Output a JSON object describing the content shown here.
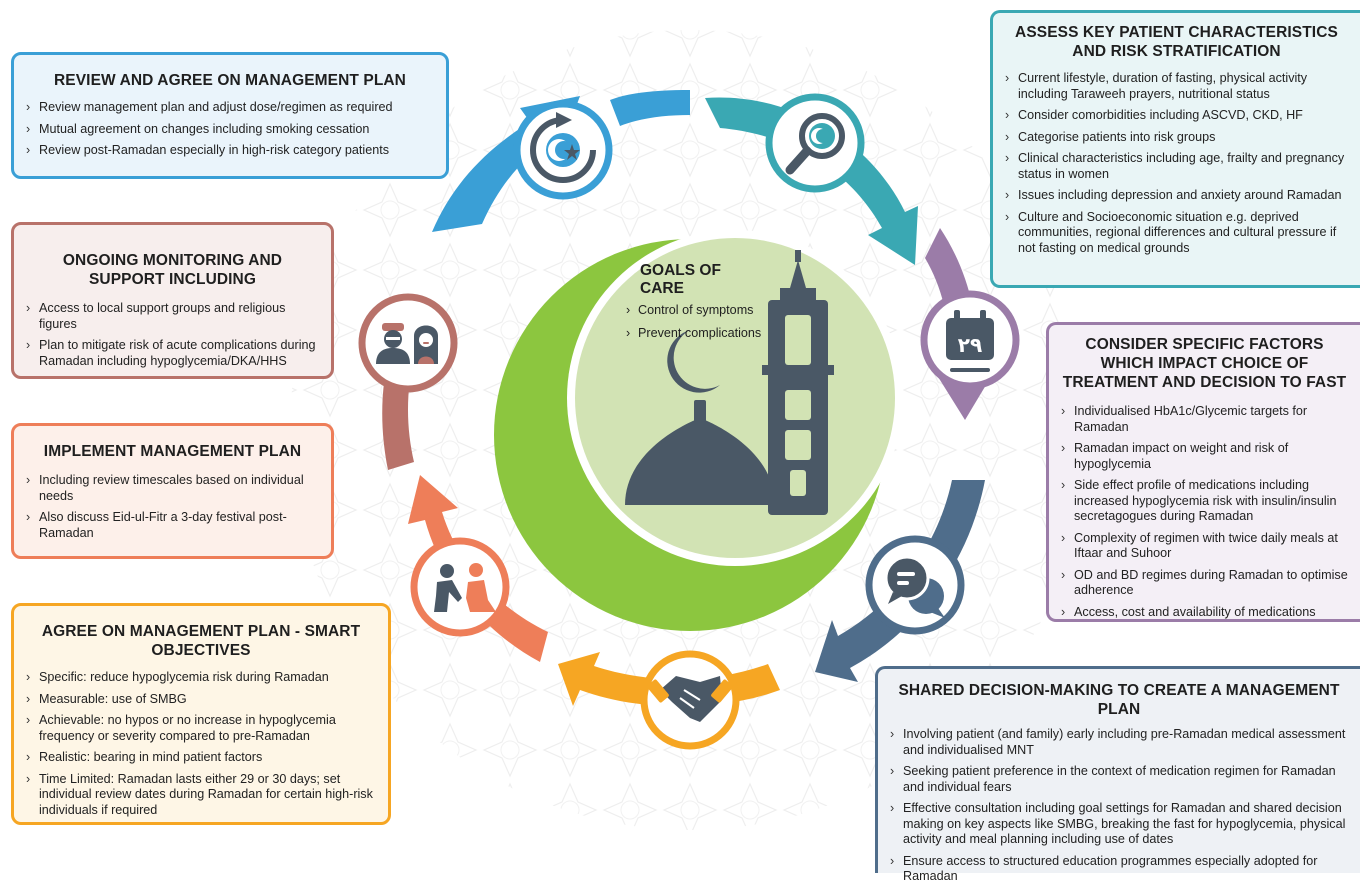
{
  "goals": {
    "title": "GOALS OF CARE",
    "items": [
      "Control of symptoms",
      "Prevent complications"
    ]
  },
  "review": {
    "title": "REVIEW AND AGREE ON MANAGEMENT PLAN",
    "items": [
      "Review management plan and adjust dose/regimen as required",
      "Mutual agreement on changes including smoking cessation",
      "Review post-Ramadan especially in high-risk category patients"
    ]
  },
  "assess": {
    "title": "ASSESS KEY PATIENT CHARACTERISTICS AND RISK STRATIFICATION",
    "items": [
      "Current lifestyle, duration of fasting, physical activity including Taraweeh prayers, nutritional status",
      "Consider comorbidities including ASCVD, CKD, HF",
      "Categorise patients into risk groups",
      "Clinical characteristics including age, frailty and pregnancy status in women",
      "Issues including depression and anxiety around Ramadan",
      "Culture and Socioeconomic situation e.g. deprived communities, regional differences and cultural pressure if not fasting on medical grounds"
    ]
  },
  "monitor": {
    "title": "ONGOING MONITORING AND SUPPORT INCLUDING",
    "items": [
      "Access to local support groups and religious figures",
      "Plan to mitigate risk of acute complications during Ramadan including hypoglycemia/DKA/HHS"
    ]
  },
  "consider": {
    "title": "CONSIDER SPECIFIC FACTORS WHICH IMPACT CHOICE OF TREATMENT AND DECISION TO FAST",
    "items": [
      "Individualised HbA1c/Glycemic targets for Ramadan",
      "Ramadan impact on weight and risk of hypoglycemia",
      "Side effect profile of medications including increased hypoglycemia risk with insulin/insulin secretagogues during Ramadan",
      "Complexity of regimen with twice daily meals at Iftaar and Suhoor",
      "OD and BD regimes during Ramadan to optimise adherence",
      "Access, cost and availability of medications"
    ]
  },
  "implement": {
    "title": "IMPLEMENT MANAGEMENT PLAN",
    "items": [
      "Including review timescales based on individual needs",
      "Also discuss Eid-ul-Fitr a 3-day festival post-Ramadan"
    ]
  },
  "agree": {
    "title": "AGREE ON MANAGEMENT PLAN - SMART OBJECTIVES",
    "items": [
      "Specific: reduce hypoglycemia risk during Ramadan",
      "Measurable: use of SMBG",
      "Achievable: no hypos or no increase in hypoglycemia frequency or severity compared to pre-Ramadan",
      "Realistic: bearing in mind patient factors",
      "Time Limited: Ramadan lasts either 29 or 30 days; set individual review dates during Ramadan for certain high-risk individuals if required"
    ]
  },
  "shared": {
    "title": "SHARED DECISION-MAKING TO CREATE A MANAGEMENT PLAN",
    "items": [
      "Involving patient (and family) early including pre-Ramadan medical assessment and individualised MNT",
      "Seeking patient preference in the context of medication regimen for Ramadan and individual fears",
      "Effective consultation including goal settings for Ramadan and shared decision making on key aspects like SMBG, breaking the fast for hypoglycemia, physical activity and meal planning including use of dates",
      "Ensure access to structured education programmes especially adopted for Ramadan"
    ]
  },
  "calendar_label": "٢٩",
  "colors": {
    "review": "#3a9fd6",
    "assess": "#3aa8b3",
    "consider": "#9b7ca8",
    "shared": "#4f6d8b",
    "agree": "#f6a623",
    "implement": "#ee7e59",
    "monitor": "#b8726a",
    "crescent": "#8cc63f",
    "inner_circle": "#d2e3b4",
    "icon_dark": "#4a5866"
  }
}
